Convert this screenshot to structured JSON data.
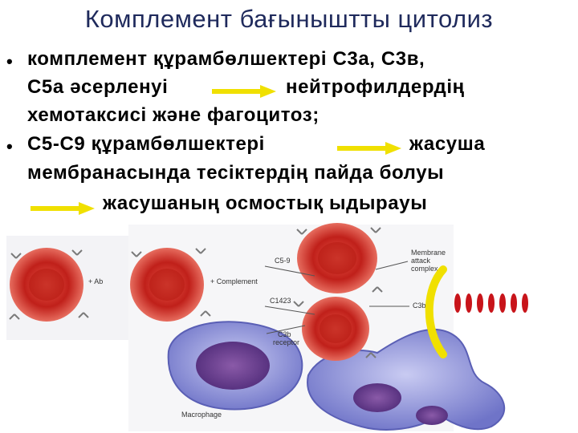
{
  "title": "Комплемент бағыныштты  цитолиз",
  "bullets": [
    {
      "line1a": "комплемент құрамбөлшектері С3а, С3в,",
      "line2a": "С5а әсерленуі",
      "line2b": "нейтрофилдердің",
      "line3": "хемотаксисі және фагоцитоз;"
    },
    {
      "line1a": "С5-С9  құрамбөлшектері",
      "line1b": "жасуша",
      "line2": "мембранасында тесіктердің пайда болуы",
      "line3": "жасушаның осмостық ыдырауы"
    }
  ],
  "bullet_symbol": "•",
  "figure": {
    "labels": {
      "ab": "+ Ab",
      "complement": "+ Complement",
      "c59": "C5-9",
      "c1423": "C1423",
      "c3b_receptor_1": "C3b",
      "c3b_receptor_2": "receptor",
      "membrane_1": "Membrane",
      "membrane_2": "attack",
      "membrane_3": "complex",
      "c3b": "C3b",
      "macrophage": "Macrophage"
    }
  },
  "colors": {
    "title": "#1f2a5c",
    "arrow": "#f0e000",
    "rbc": "#d42a1e",
    "macrophage": "#8b8fd6",
    "drops": "#c8141a"
  },
  "icons": [
    "arrow-right-icon",
    "red-blood-cell-icon",
    "macrophage-icon",
    "lysis-drop-icon"
  ]
}
